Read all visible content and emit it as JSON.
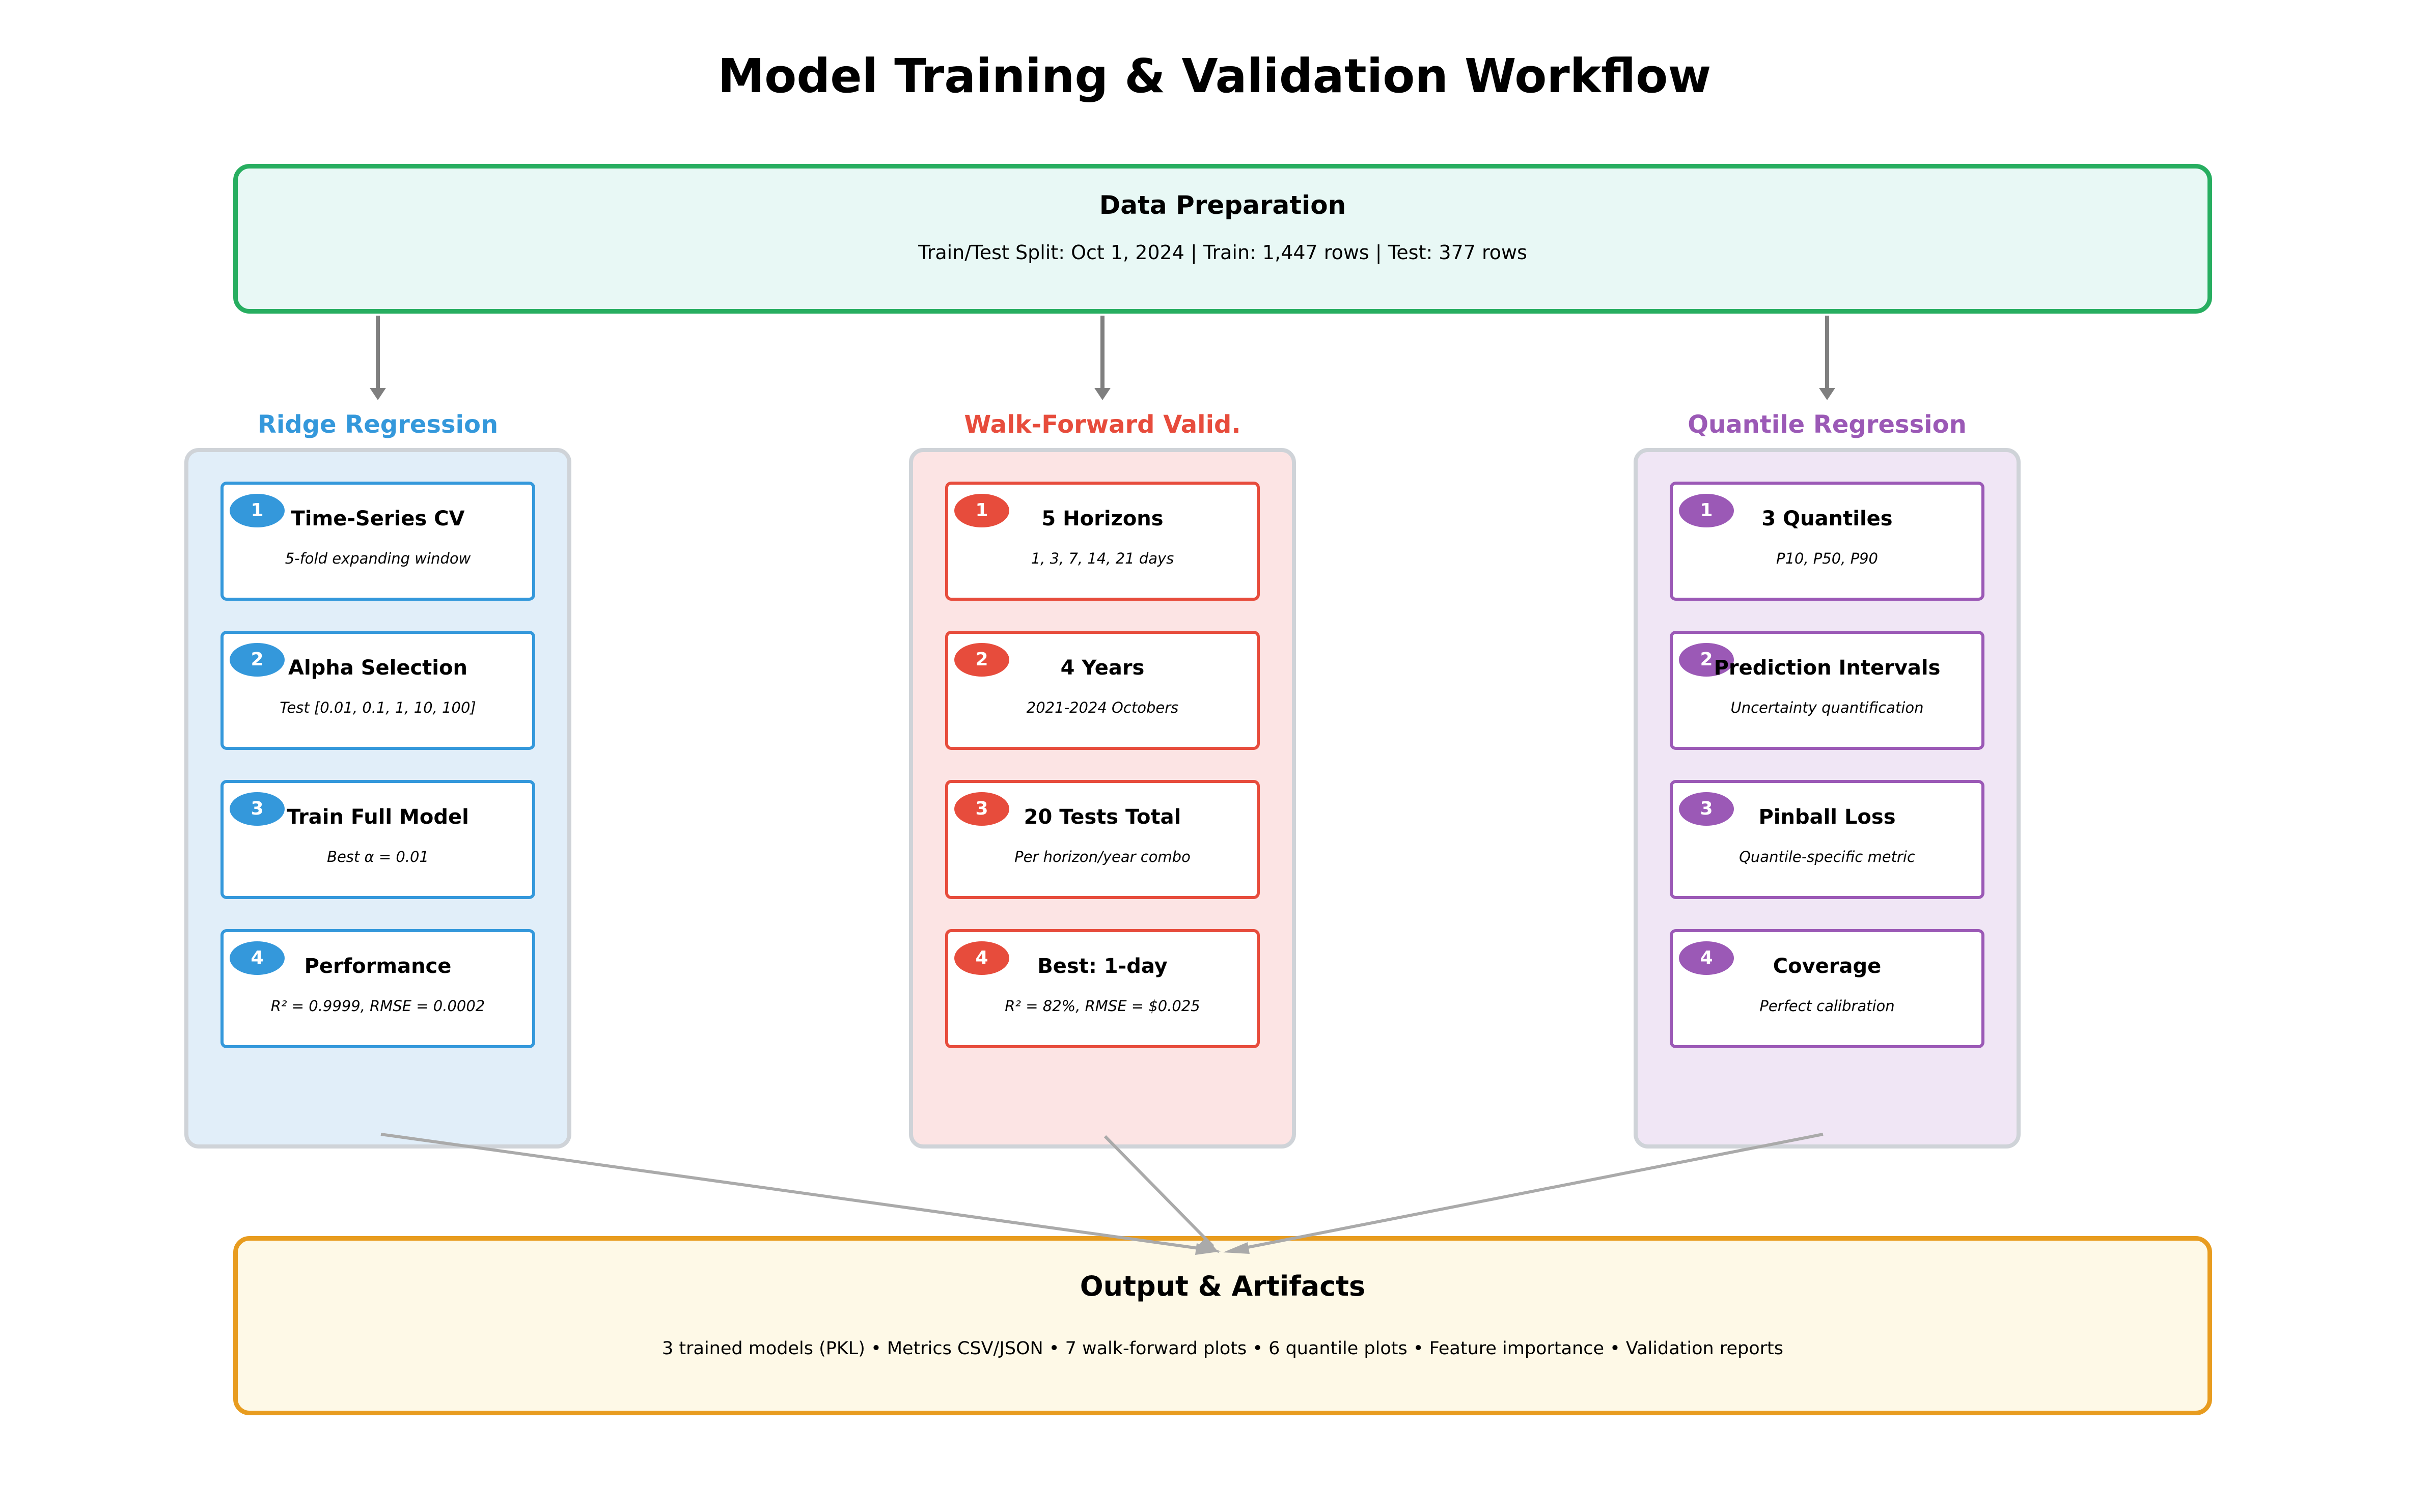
{
  "title": "Model Training & Validation Workflow",
  "prep": {
    "title": "Data Preparation",
    "subtitle": "Train/Test Split: Oct 1, 2024 | Train: 1,447 rows | Test: 377 rows"
  },
  "columns": [
    {
      "title": "Ridge Regression",
      "color": "#3498db",
      "panel_bg": "#e1eef9",
      "steps": [
        {
          "num": "1",
          "title": "Time-Series CV",
          "sub": "5-fold expanding window"
        },
        {
          "num": "2",
          "title": "Alpha Selection",
          "sub": "Test [0.01, 0.1, 1, 10, 100]"
        },
        {
          "num": "3",
          "title": "Train Full Model",
          "sub": "Best α = 0.01"
        },
        {
          "num": "4",
          "title": "Performance",
          "sub": "R² = 0.9999, RMSE = 0.0002"
        }
      ]
    },
    {
      "title": "Walk-Forward Valid.",
      "color": "#e74c3c",
      "panel_bg": "#fce4e4",
      "steps": [
        {
          "num": "1",
          "title": "5 Horizons",
          "sub": "1, 3, 7, 14, 21 days"
        },
        {
          "num": "2",
          "title": "4 Years",
          "sub": "2021-2024 Octobers"
        },
        {
          "num": "3",
          "title": "20 Tests Total",
          "sub": "Per horizon/year combo"
        },
        {
          "num": "4",
          "title": "Best: 1-day",
          "sub": "R² = 82%, RMSE = $0.025"
        }
      ]
    },
    {
      "title": "Quantile Regression",
      "color": "#9b59b6",
      "panel_bg": "#f0e6f5",
      "steps": [
        {
          "num": "1",
          "title": "3 Quantiles",
          "sub": "P10, P50, P90"
        },
        {
          "num": "2",
          "title": "Prediction Intervals",
          "sub": "Uncertainty quantification"
        },
        {
          "num": "3",
          "title": "Pinball Loss",
          "sub": "Quantile-specific metric"
        },
        {
          "num": "4",
          "title": "Coverage",
          "sub": "Perfect calibration"
        }
      ]
    }
  ],
  "output": {
    "title": "Output & Artifacts",
    "subtitle": "3 trained models (PKL)  •  Metrics CSV/JSON  •  7 walk-forward plots  •  6 quantile plots  •  Feature importance  •  Validation reports"
  }
}
